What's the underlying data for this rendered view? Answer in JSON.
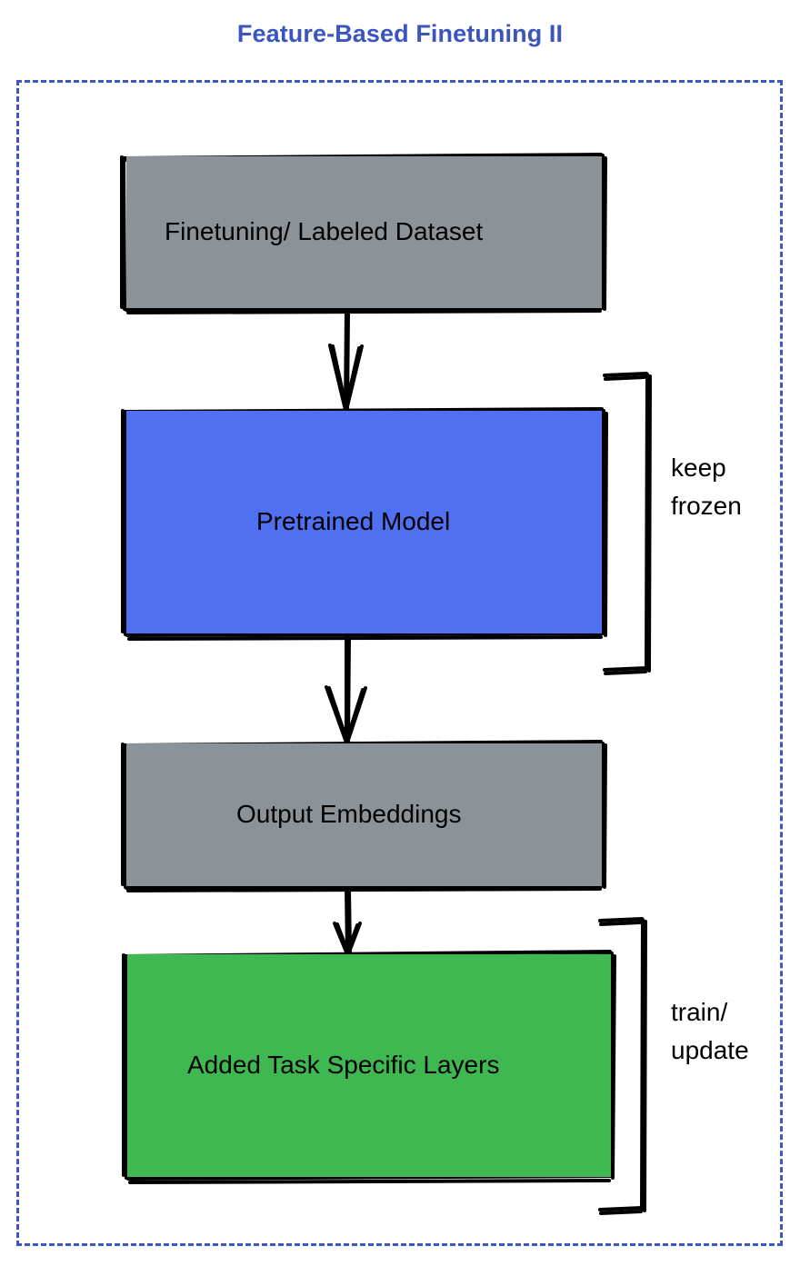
{
  "diagram": {
    "title": "Feature-Based Finetuning II",
    "title_color": "#3b55c0",
    "frame_color": "#3d58c4",
    "frame_style": "dashed",
    "background": "#ffffff"
  },
  "nodes": [
    {
      "id": "dataset",
      "label": "Finetuning/ Labeled Dataset",
      "fill": "#8b9399",
      "text_color": "#000000",
      "shape": "hand-drawn-rectangle"
    },
    {
      "id": "pretrained",
      "label": "Pretrained Model",
      "fill": "#4f70f1",
      "text_color": "#000000",
      "shape": "hand-drawn-rectangle"
    },
    {
      "id": "embeddings",
      "label": "Output Embeddings",
      "fill": "#8b9399",
      "text_color": "#000000",
      "shape": "hand-drawn-rectangle"
    },
    {
      "id": "task_layers",
      "label": "Added Task Specific Layers",
      "fill": "#40b852",
      "text_color": "#000000",
      "shape": "hand-drawn-rectangle"
    }
  ],
  "connectors": [
    {
      "id": "dataset-to-pretrained",
      "from": "dataset",
      "to": "pretrained",
      "style": "arrow-down"
    },
    {
      "id": "pretrained-to-embeddings",
      "from": "pretrained",
      "to": "embeddings",
      "style": "arrow-down"
    },
    {
      "id": "embeddings-to-task-layers",
      "from": "embeddings",
      "to": "task_layers",
      "style": "arrow-down"
    }
  ],
  "annotations": [
    {
      "id": "keep-frozen",
      "lines": [
        "keep",
        "frozen"
      ],
      "text": "keep\nfrozen",
      "line1": "keep",
      "line2": "frozen",
      "targets": "pretrained",
      "bracket": "right"
    },
    {
      "id": "train-update",
      "lines": [
        "train/",
        "update"
      ],
      "text": "train/\nupdate",
      "line1": "train/",
      "line2": "update",
      "targets": "task_layers",
      "bracket": "right"
    }
  ]
}
